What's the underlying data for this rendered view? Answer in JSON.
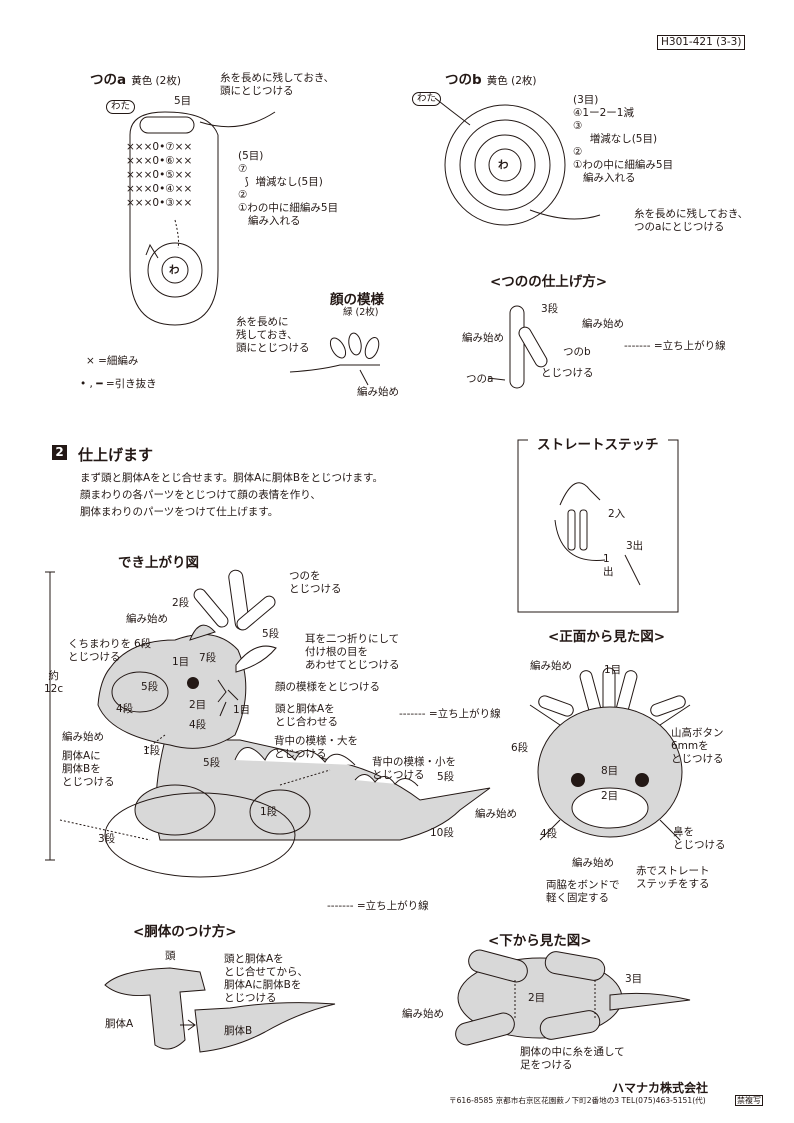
{
  "header": {
    "code": "H301-421 (3-3)"
  },
  "horn_a": {
    "title": "つのa",
    "color_count": "黄色 (2枚)",
    "note": "糸を長めに残しておき、\n頭にとじつける",
    "wata": "わた",
    "top_count": "5目",
    "rows": [
      "×××0•⑦××",
      "×××0•⑥××",
      "×××0•⑤××",
      "×××0•④××",
      "×××0•③××"
    ],
    "steps": "(5目)\n⑦\n  ⟆  増減なし(5目)\n②\n①わの中に細編み5目\n   編み入れる",
    "center": "わ"
  },
  "horn_b": {
    "title": "つのb",
    "color_count": "黄色 (2枚)",
    "wata": "わた",
    "steps": "(3目)\n④1ー2ー1減\n③\n     増減なし(5目)\n②\n①わの中に細編み5目\n   編み入れる",
    "center": "わ",
    "note": "糸を長めに残しておき、\nつのaにとじつける"
  },
  "face_pattern": {
    "title": "顔の模様",
    "count": "緑 (2枚)",
    "note": "糸を長めに\n残しておき、\n頭にとじつける",
    "start": "編み始め"
  },
  "legend": {
    "sc": "× =細編み",
    "sl": "•  ,  ━ =引き抜き"
  },
  "horn_finish": {
    "title": "<つのの仕上げ方>",
    "row3": "3段",
    "start1": "編み始め",
    "start2": "編み始め",
    "horn_b": "つのb",
    "horn_a": "つのa",
    "sew": "とじつける",
    "chain": "=立ち上がり線"
  },
  "section2": {
    "num": "2",
    "title": "仕上げます",
    "lines": [
      "まず頭と胴体Aをとじ合せます。胴体Aに胴体Bをとじつけます。",
      "顔まわりの各パーツをとじつけて顔の表情を作り、",
      "胴体まわりのパーツをつけて仕上げます。"
    ]
  },
  "straight_stitch": {
    "title": "ストレートステッチ",
    "in2": "2入",
    "out3": "3出",
    "out1": "1\n出"
  },
  "finished": {
    "title": "でき上がり図",
    "size": "約\n12c",
    "labels": {
      "horns": "つのを\nとじつける",
      "row2": "2段",
      "start_top": "編み始め",
      "row5": "5段",
      "mouth": "くちまわりを\nとじつける",
      "row6": "6段",
      "st1": "1目",
      "row7": "7段",
      "ear": "耳を二つ折りにして\n付け根の目を\nあわせてとじつける",
      "row5b": "5段",
      "st2": "2目",
      "face_pat": "顔の模様をとじつける",
      "row4": "4段",
      "st1b": "1目",
      "head_body": "頭と胴体Aを\nとじ合わせる",
      "start_left": "編み始め",
      "chain": "=立ち上がり線",
      "row1": "1段",
      "back_large": "背中の模様・大を\nとじつける",
      "bodyAB": "胴体Aに\n胴体Bを\nとじつける",
      "row5c": "5段",
      "back_small": "背中の模様・小を\nとじつける",
      "row5d": "5段",
      "start_tail": "編み始め",
      "row1b": "1段",
      "row3": "3段",
      "row10": "10段"
    }
  },
  "bottom_legend": {
    "chain": "=立ち上がり線"
  },
  "front": {
    "title": "<正面から見た図>",
    "start": "編み始め",
    "st1": "1目",
    "row6": "6段",
    "eye": "山高ボタン\n6mmを\nとじつける",
    "st8": "8目",
    "st2": "2目",
    "row4": "4段",
    "nose": "鼻を\nとじつける",
    "start2": "編み始め",
    "red": "赤でストレート\nステッチをする",
    "glue": "両脇をボンドで\n軽く固定する"
  },
  "attach": {
    "title": "<胴体のつけ方>",
    "head": "頭",
    "note": "頭と胴体Aを\nとじ合せてから、\n胴体Aに胴体Bを\nとじつける",
    "bodyA": "胴体A",
    "bodyB": "胴体B"
  },
  "bottom": {
    "title": "<下から見た図>",
    "st3": "3目",
    "st2": "2目",
    "start": "編み始め",
    "note": "胴体の中に糸を通して\n足をつける"
  },
  "footer": {
    "company": "ハマナカ株式会社",
    "address": "〒616-8585  京都市右京区花園薮ノ下町2番地の3  TEL(075)463-5151(代)",
    "stamp": "禁複写"
  }
}
